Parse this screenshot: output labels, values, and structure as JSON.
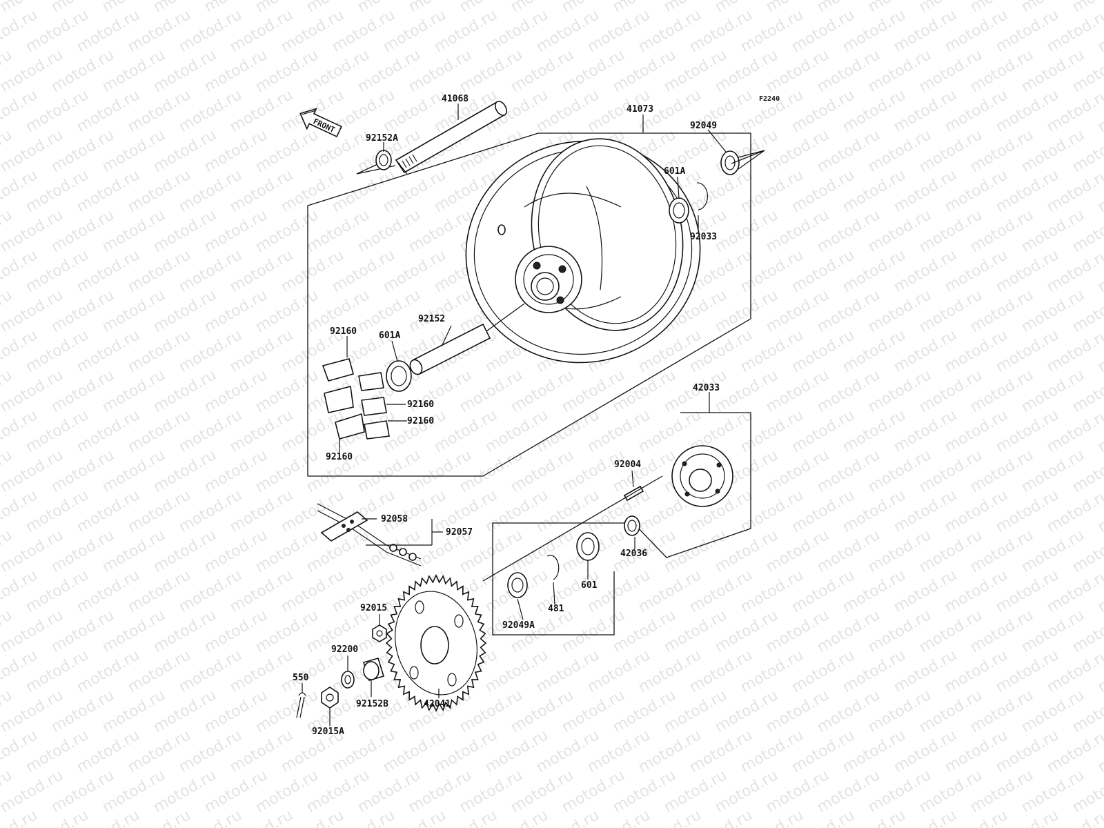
{
  "diagram": {
    "figure_code": "F2240",
    "front_badge": "FRONT",
    "watermark_text": "motod.ru",
    "parts": [
      {
        "id": "41068",
        "label": "41068"
      },
      {
        "id": "41073",
        "label": "41073"
      },
      {
        "id": "92152A",
        "label": "92152A"
      },
      {
        "id": "92049",
        "label": "92049"
      },
      {
        "id": "601A-top",
        "label": "601A"
      },
      {
        "id": "92033",
        "label": "92033"
      },
      {
        "id": "92160-a",
        "label": "92160"
      },
      {
        "id": "601A-mid",
        "label": "601A"
      },
      {
        "id": "92152",
        "label": "92152"
      },
      {
        "id": "92160-b",
        "label": "92160"
      },
      {
        "id": "92160-c",
        "label": "92160"
      },
      {
        "id": "92160-d",
        "label": "92160"
      },
      {
        "id": "42033",
        "label": "42033"
      },
      {
        "id": "92004",
        "label": "92004"
      },
      {
        "id": "92058",
        "label": "92058"
      },
      {
        "id": "92057",
        "label": "92057"
      },
      {
        "id": "42036",
        "label": "42036"
      },
      {
        "id": "601",
        "label": "601"
      },
      {
        "id": "481",
        "label": "481"
      },
      {
        "id": "92049A",
        "label": "92049A"
      },
      {
        "id": "92015",
        "label": "92015"
      },
      {
        "id": "92200",
        "label": "92200"
      },
      {
        "id": "550",
        "label": "550"
      },
      {
        "id": "92152B",
        "label": "92152B"
      },
      {
        "id": "42041",
        "label": "42041"
      },
      {
        "id": "92015A",
        "label": "92015A"
      }
    ]
  }
}
